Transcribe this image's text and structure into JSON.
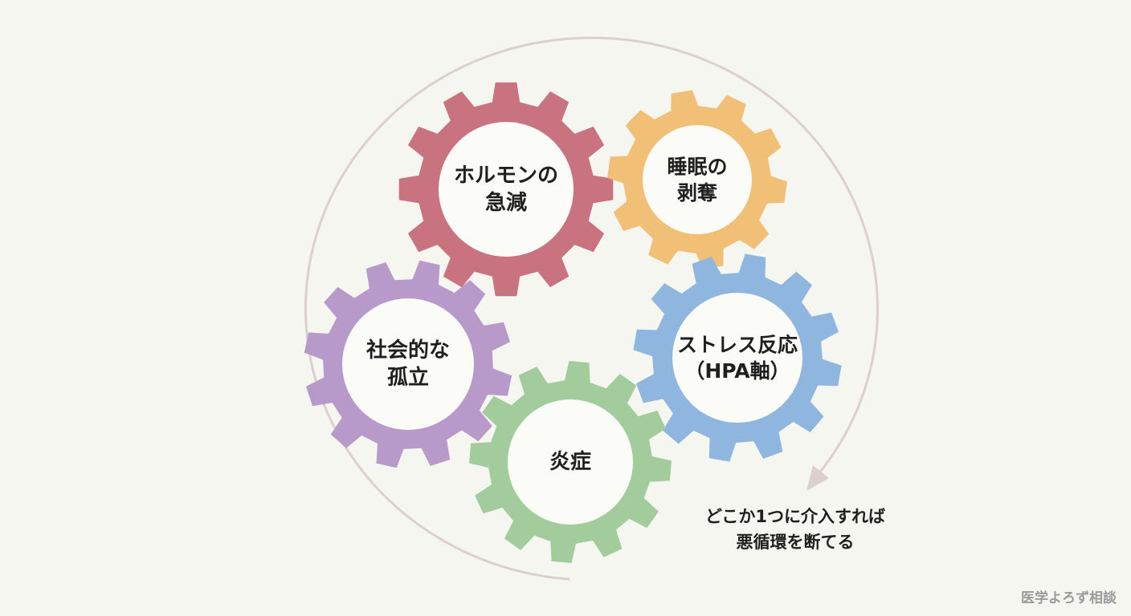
{
  "colors": {
    "background": "#f6f6f1",
    "cycle_arrow": "#dccfcf",
    "gear_hole": "#fbfbf8",
    "label_text": "#1f1f1f",
    "watermark": "#9a9a9a"
  },
  "gears": [
    {
      "id": "hormone",
      "lines": [
        "ホルモンの",
        "急減"
      ],
      "color": "#c8737f",
      "icon": "gear-icon"
    },
    {
      "id": "sleep",
      "lines": [
        "睡眠の",
        "剥奪"
      ],
      "color": "#f2bf76",
      "icon": "gear-icon"
    },
    {
      "id": "stress",
      "lines": [
        "ストレス反応",
        "（HPA軸）"
      ],
      "color": "#8fb6de",
      "icon": "gear-icon"
    },
    {
      "id": "inflammation",
      "lines": [
        "炎症"
      ],
      "color": "#a3cc9d",
      "icon": "gear-icon"
    },
    {
      "id": "isolation",
      "lines": [
        "社会的な",
        "孤立"
      ],
      "color": "#b79ac9",
      "icon": "gear-icon"
    }
  ],
  "note": {
    "line1": "どこか1つに介入すれば",
    "line2": "悪循環を断てる"
  },
  "watermark": "医学よろず相談"
}
